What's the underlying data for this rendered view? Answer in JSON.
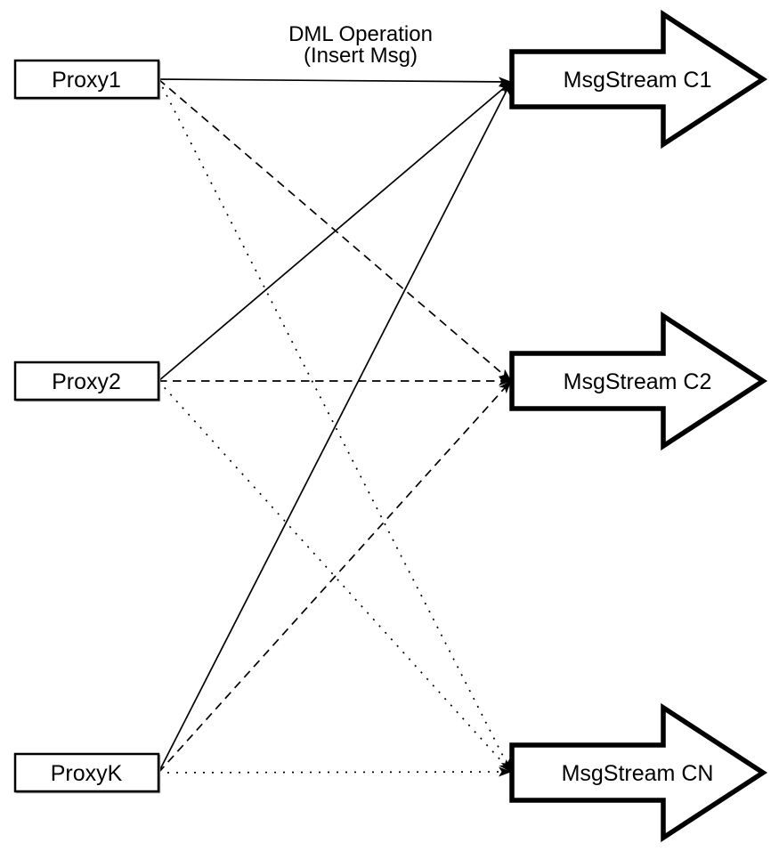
{
  "title": {
    "line1": "DML Operation",
    "line2": "(Insert Msg)"
  },
  "nodes": {
    "proxies": [
      {
        "id": "proxy1",
        "label": "Proxy1"
      },
      {
        "id": "proxy2",
        "label": "Proxy2"
      },
      {
        "id": "proxyk",
        "label": "ProxyK"
      }
    ],
    "streams": [
      {
        "id": "c1",
        "label": "MsgStream C1"
      },
      {
        "id": "c2",
        "label": "MsgStream C2"
      },
      {
        "id": "cn",
        "label": "MsgStream CN"
      }
    ]
  },
  "connectors": [
    {
      "from": "proxy1",
      "to": "c1",
      "style": "solid"
    },
    {
      "from": "proxy2",
      "to": "c1",
      "style": "solid"
    },
    {
      "from": "proxyk",
      "to": "c1",
      "style": "solid"
    },
    {
      "from": "proxy1",
      "to": "c2",
      "style": "dashed"
    },
    {
      "from": "proxy2",
      "to": "c2",
      "style": "dashed"
    },
    {
      "from": "proxyk",
      "to": "c2",
      "style": "dashed"
    },
    {
      "from": "proxy1",
      "to": "cn",
      "style": "dotted"
    },
    {
      "from": "proxy2",
      "to": "cn",
      "style": "dotted"
    },
    {
      "from": "proxyk",
      "to": "cn",
      "style": "dotted"
    }
  ],
  "colors": {
    "line": "#000000",
    "shape_fill": "#ffffff",
    "background": "#ffffff",
    "text": "#000000"
  }
}
